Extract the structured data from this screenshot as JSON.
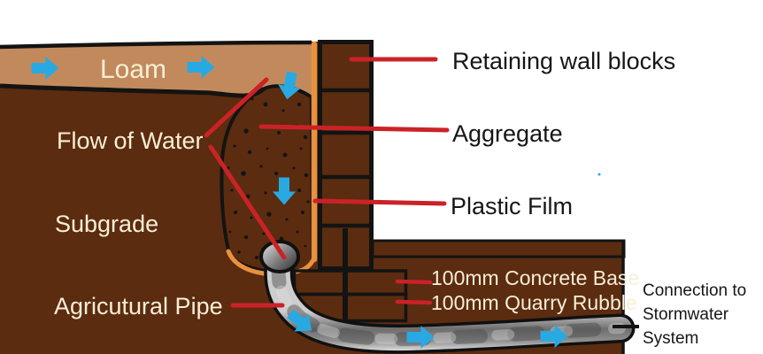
{
  "colors": {
    "subgrade": "#5b2c10",
    "loam": "#c28a5c",
    "aggregate": "#d3d3d3",
    "wall": "#7b7370",
    "film": "#e8913f",
    "grass": "#21c32c",
    "concrete": "#cecece",
    "rubble": "#b87c52",
    "arrow": "#29a9e2",
    "leader": "#cb2227",
    "cream_text": "#f8eed6",
    "dark_text": "#161616"
  },
  "labels": {
    "loam": "Loam",
    "flow_of_water": "Flow of Water",
    "subgrade": "Subgrade",
    "agricultural_pipe": "Agricutural Pipe",
    "retaining_wall_blocks": "Retaining wall blocks",
    "aggregate": "Aggregate",
    "plastic_film": "Plastic Film",
    "concrete_base": "100mm Concrete Base",
    "quarry_rubble": "100mm Quarry Rubble",
    "connection": {
      "line1": "Connection to",
      "line2": "Stormwater",
      "line3": "System"
    }
  }
}
